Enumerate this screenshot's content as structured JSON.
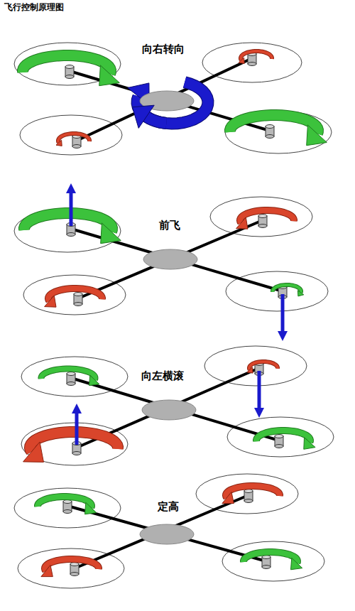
{
  "diagram": {
    "title": "飞行控制原理图",
    "labels": [
      "向右转向",
      "前飞",
      "向左横滚",
      "定高"
    ]
  }
}
